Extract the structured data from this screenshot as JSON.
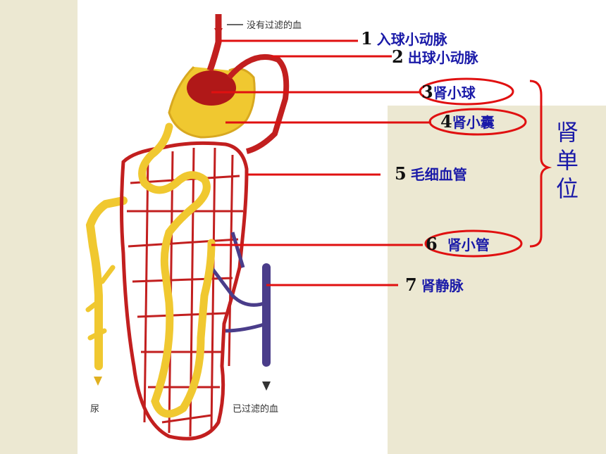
{
  "top_note": "没有过滤的血",
  "bottom_left_note": "尿",
  "bottom_right_note": "已过滤的血",
  "labels": [
    {
      "num": "1",
      "text": "入球小动脉"
    },
    {
      "num": "2",
      "text": "出球小动脉"
    },
    {
      "num": "3",
      "text": "肾小球"
    },
    {
      "num": "4",
      "text": "肾小囊"
    },
    {
      "num": "5",
      "text": "毛细血管"
    },
    {
      "num": "6",
      "text": "肾小管"
    },
    {
      "num": "7",
      "text": "肾静脉"
    }
  ],
  "unit_label": [
    "肾",
    "单",
    "位"
  ],
  "colors": {
    "label_text": "#1a1aa8",
    "pointer_line": "#e01010",
    "artery": "#c21f1f",
    "tubule": "#f0c830",
    "vein": "#4a3d8a"
  }
}
